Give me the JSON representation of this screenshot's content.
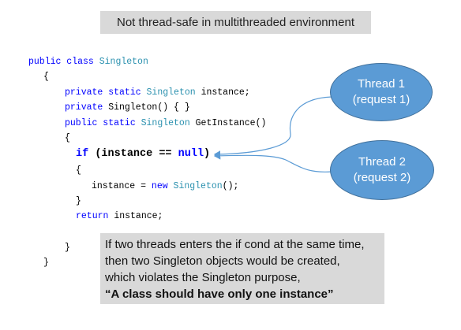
{
  "title": "Not thread-safe in multithreaded environment",
  "code": {
    "l1_kw": "public class",
    "l1_type": "Singleton",
    "l2": "{",
    "l3_kw": "private static",
    "l3_type": "Singleton",
    "l3_rest": "instance;",
    "l4_kw": "private",
    "l4_rest": "Singleton() { }",
    "l5_kw": "public static",
    "l5_type": "Singleton",
    "l5_rest": "GetInstance()",
    "l6": "{",
    "l7_kw": "if",
    "l7_mid": "(instance ==",
    "l7_kw2": "null",
    "l7_end": ")",
    "l8": "{",
    "l9_pre": "instance =",
    "l9_kw": "new",
    "l9_type": "Singleton",
    "l9_end": "();",
    "l10": "}",
    "l11_kw": "return",
    "l11_rest": "instance;",
    "l12": "}",
    "l13": "}"
  },
  "threads": [
    {
      "line1": "Thread 1",
      "line2": "(request 1)"
    },
    {
      "line1": "Thread 2",
      "line2": "(request 2)"
    }
  ],
  "note": {
    "line1": "If two threads enters the if cond at the same time,",
    "line2": "then two Singleton objects would be created,",
    "line3": "which violates the Singleton purpose,",
    "line4": "“A class should have only one instance”"
  },
  "colors": {
    "keyword": "#0000ff",
    "type": "#2b91af",
    "bubble_fill": "#5b9bd5",
    "bubble_stroke": "#41719c",
    "box_fill": "#d9d9d9"
  }
}
